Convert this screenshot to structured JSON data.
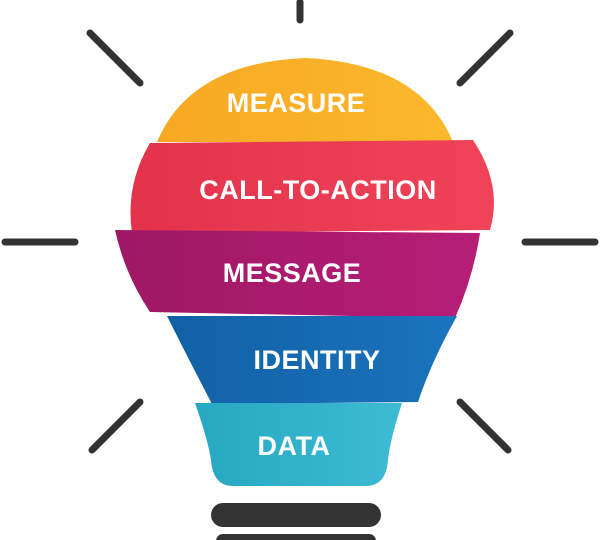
{
  "diagram": {
    "bands": [
      {
        "label": "MEASURE",
        "color": "#F7A823",
        "color_light": "#FBB92D"
      },
      {
        "label": "CALL-TO-ACTION",
        "color": "#E2334B",
        "color_light": "#F04359"
      },
      {
        "label": "MESSAGE",
        "color": "#9E1765",
        "color_light": "#B71E77"
      },
      {
        "label": "IDENTITY",
        "color": "#1160A5",
        "color_light": "#1B74BD"
      },
      {
        "label": "DATA",
        "color": "#26A8C2",
        "color_light": "#3DBBD3"
      }
    ],
    "ray_color": "#333333",
    "base_color": "#333333"
  }
}
